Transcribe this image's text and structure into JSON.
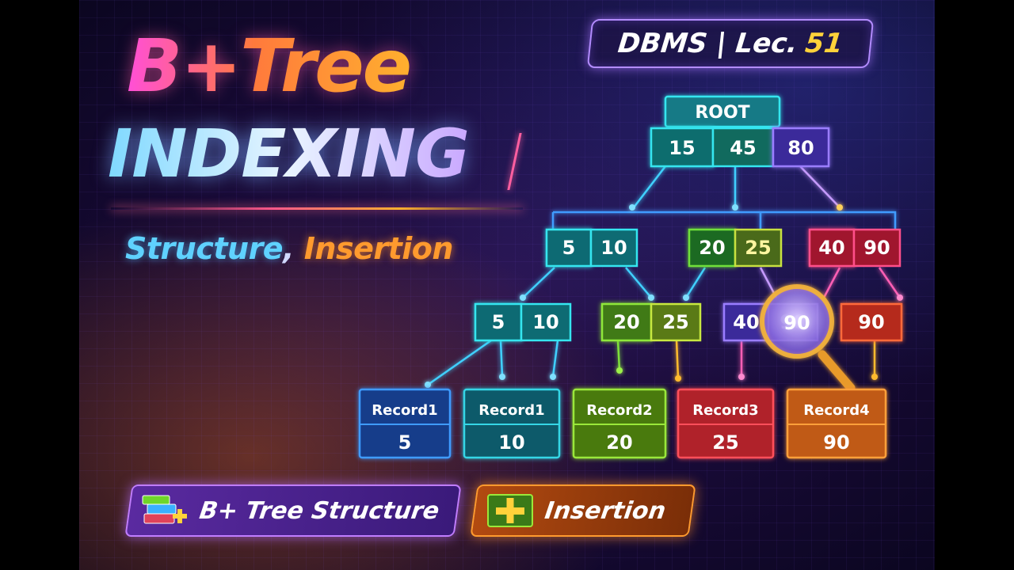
{
  "title": {
    "line1": "B+Tree",
    "line2": "INDEXING"
  },
  "subtitle": {
    "part1": "Structure",
    "separator": ",",
    "part2": " Insertion"
  },
  "lecture_badge": {
    "course": "DBMS | Lec.",
    "number": "51"
  },
  "tree": {
    "root_label": "ROOT",
    "root_keys": [
      "15",
      "45",
      "80"
    ],
    "level1": [
      [
        "5",
        "10"
      ],
      [
        "20",
        "25"
      ],
      [
        "40",
        "90"
      ]
    ],
    "level2": [
      [
        "5",
        "10"
      ],
      [
        "20",
        "25"
      ],
      [
        "40",
        "90"
      ],
      [
        "90"
      ]
    ],
    "records": [
      {
        "name": "Record1",
        "key": "5"
      },
      {
        "name": "Record1",
        "key": "10"
      },
      {
        "name": "Record2",
        "key": "20"
      },
      {
        "name": "Record3",
        "key": "25"
      },
      {
        "name": "Record4",
        "key": "90"
      }
    ]
  },
  "buttons": {
    "structure": "B+ Tree Structure",
    "insertion": "Insertion"
  },
  "colors": {
    "teal": "#19c6c6",
    "green": "#6fd62a",
    "purple": "#8a5cff",
    "red": "#ff3b4e",
    "orange": "#ff8c2a",
    "blue": "#2f8fff"
  },
  "icons": [
    "books-plus-icon",
    "plus-icon",
    "magnifier-icon"
  ]
}
